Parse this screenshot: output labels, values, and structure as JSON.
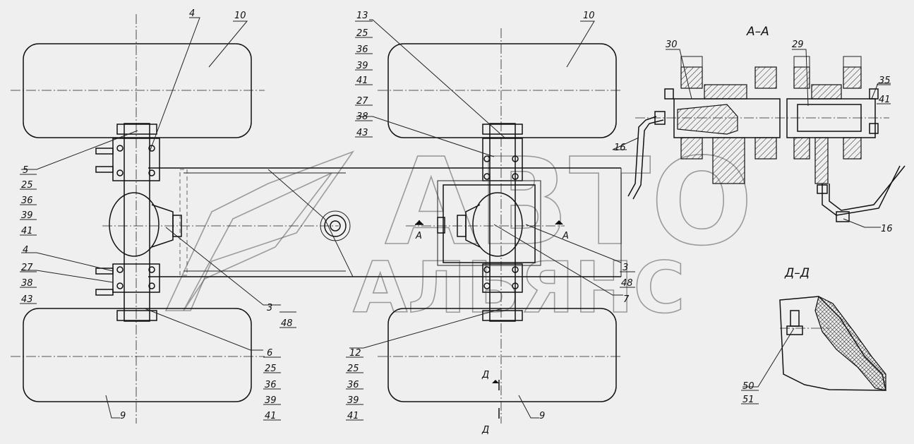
{
  "section_titles": {
    "aa": "А–А",
    "dd": "Д–Д"
  },
  "section_marks": {
    "a": "А",
    "d": "Д"
  },
  "watermark": {
    "line1": "АВТО",
    "line2": "АЛЬЯНС"
  },
  "callouts": {
    "c4a": "4",
    "c10a": "10",
    "c10b": "10",
    "c13": "13",
    "c25a": "25",
    "c36a": "36",
    "c39a": "39",
    "c41a": "41",
    "c27a": "27",
    "c38a": "38",
    "c43a": "43",
    "c30": "30",
    "c29": "29",
    "c35": "35",
    "c41b": "41",
    "c16a": "16",
    "c16b": "16",
    "c5": "5",
    "c25b": "25",
    "c36b": "36",
    "c39b": "39",
    "c41c": "41",
    "c4b": "4",
    "c27b": "27",
    "c38b": "38",
    "c43b": "43",
    "c3a": "3",
    "c48a": "48",
    "c3b": "3",
    "c48b": "48",
    "c7": "7",
    "c6": "6",
    "c25c": "25",
    "c36c": "36",
    "c39c": "39",
    "c41d": "41",
    "c12": "12",
    "c25d": "25",
    "c36d": "36",
    "c39d": "39",
    "c41e": "41",
    "c9a": "9",
    "c9b": "9",
    "c50": "50",
    "c51": "51"
  }
}
